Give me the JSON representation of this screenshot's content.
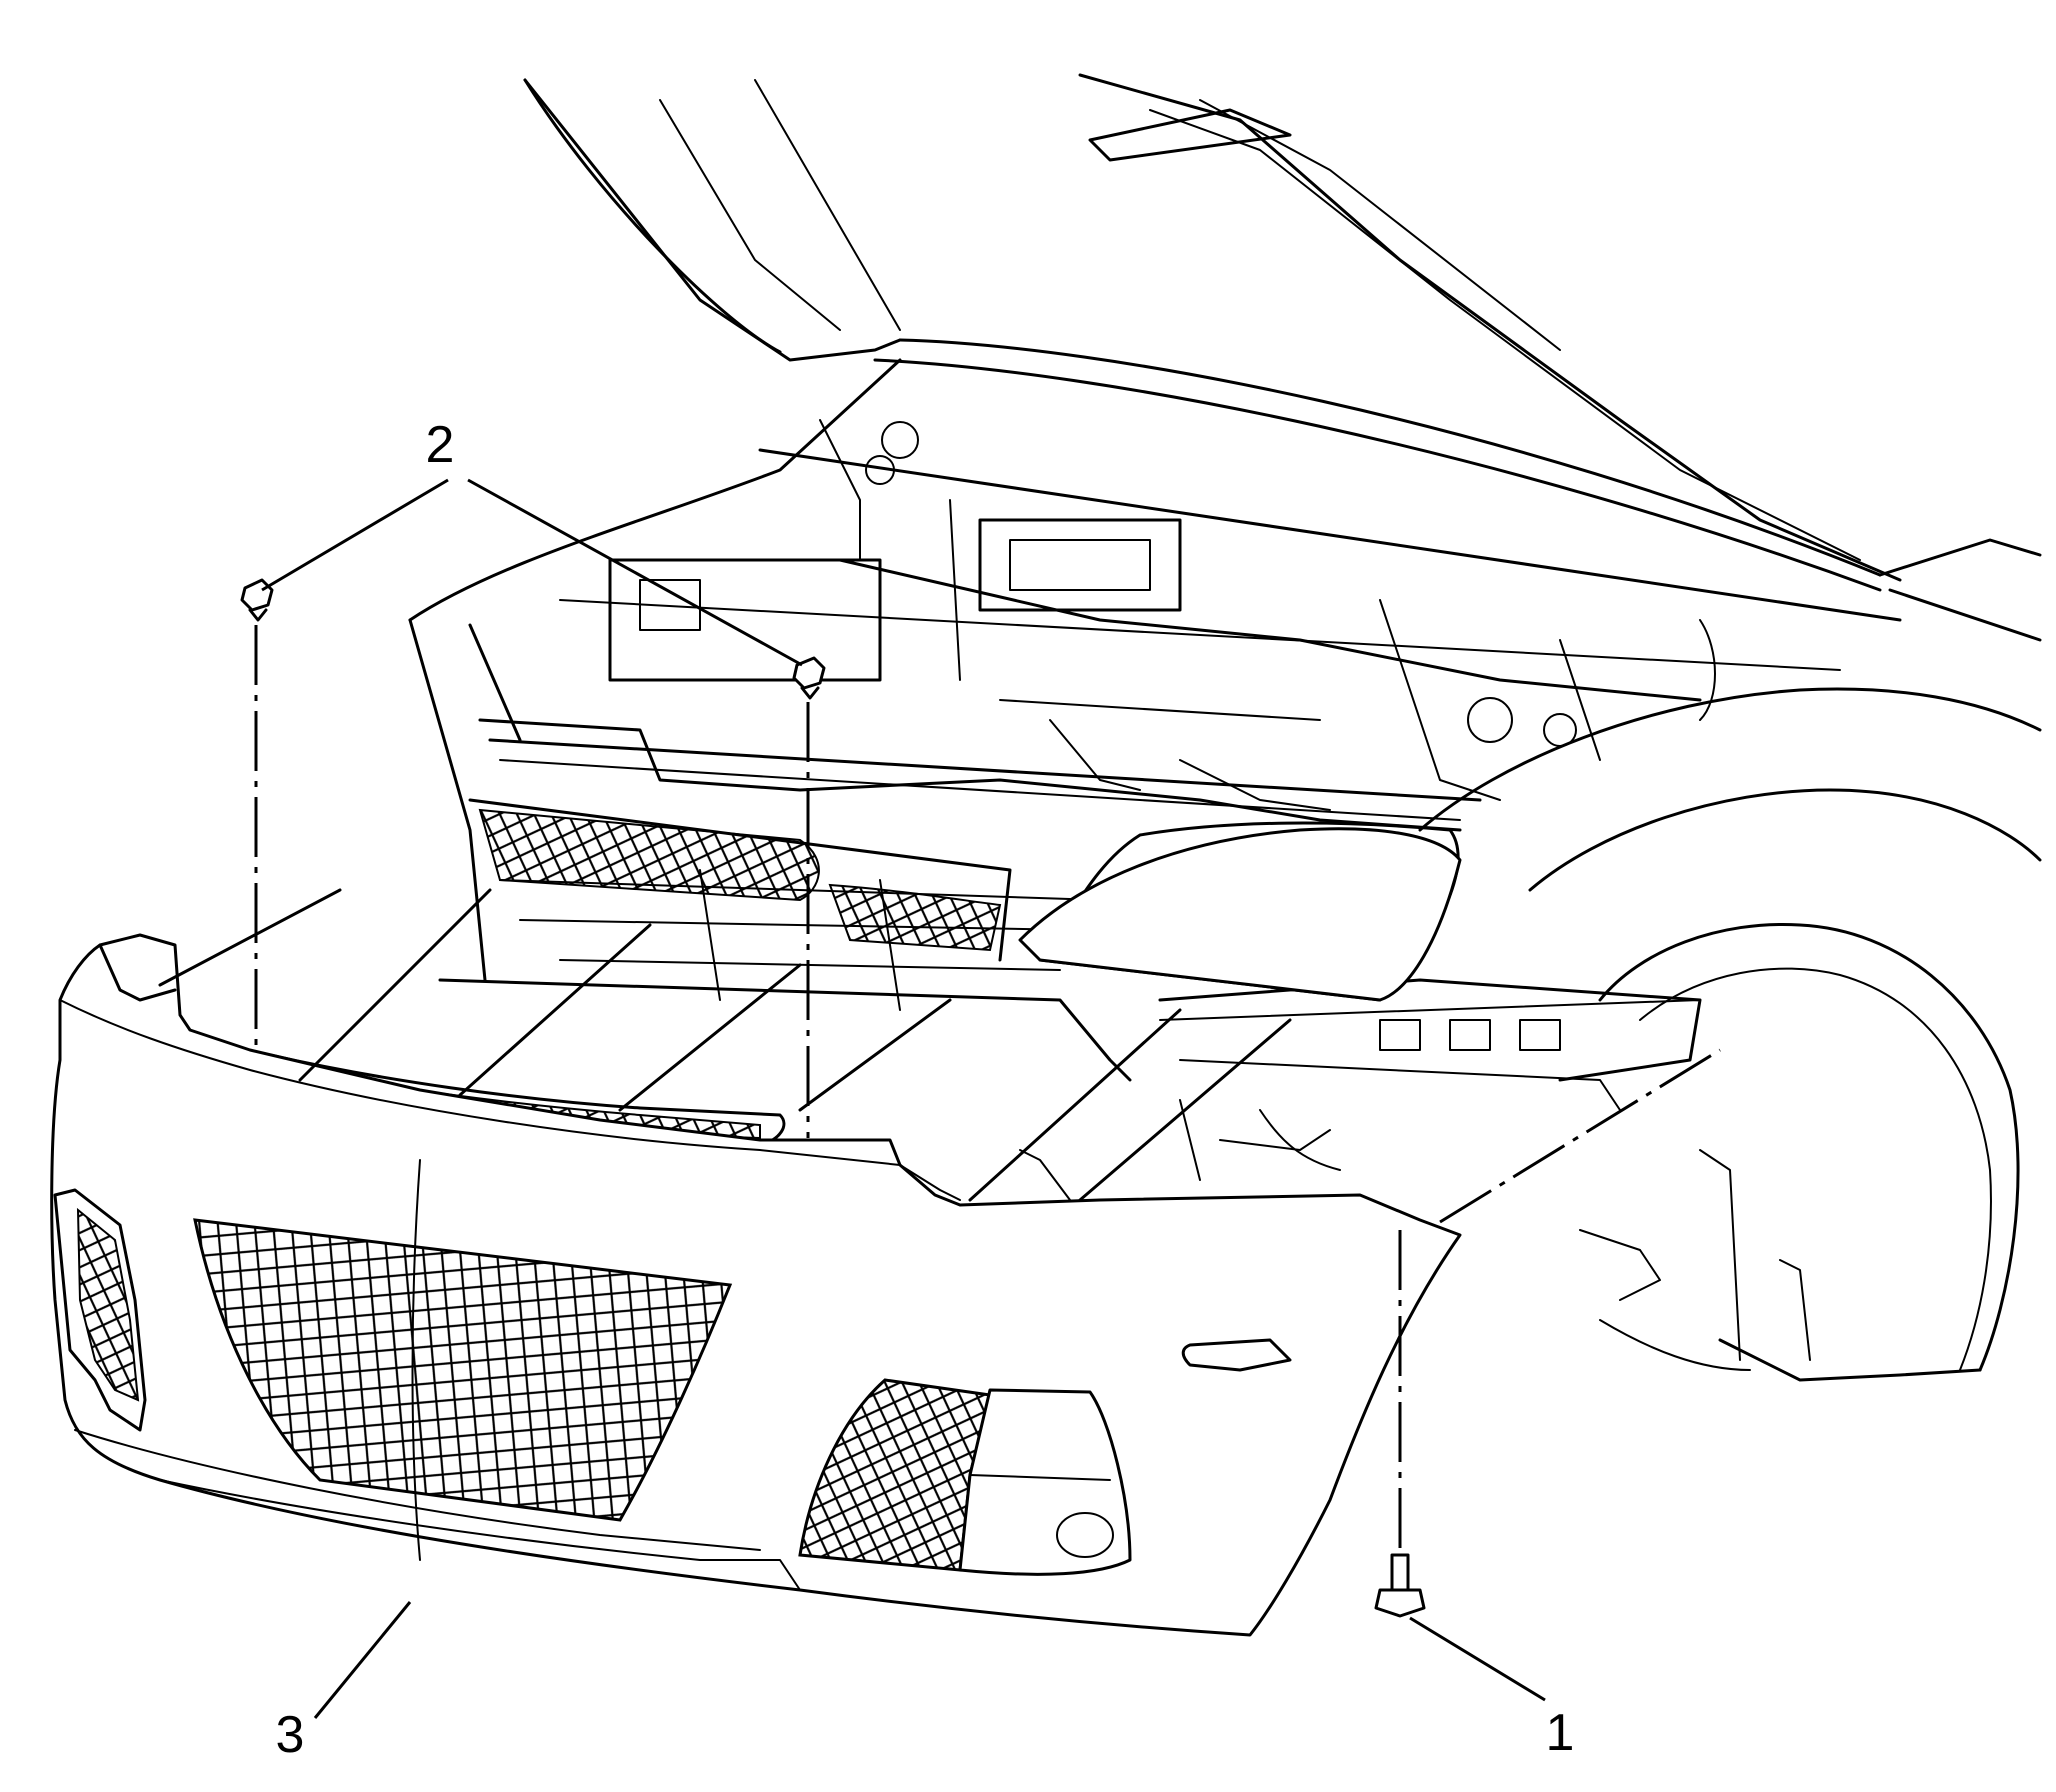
{
  "diagram": {
    "type": "exploded-parts-illustration",
    "subject": "front-bumper-fascia",
    "callouts": [
      {
        "id": "callout-1",
        "label": "1"
      },
      {
        "id": "callout-2",
        "label": "2"
      },
      {
        "id": "callout-3",
        "label": "3"
      }
    ]
  }
}
